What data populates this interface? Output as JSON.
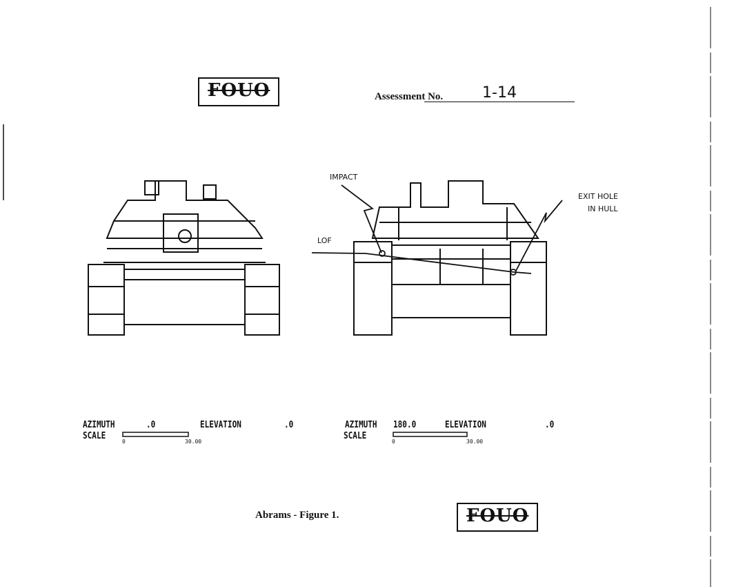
{
  "header": {
    "stamp_top": "FOUO",
    "assessment_label": "Assessment No.",
    "assessment_value": "1-14"
  },
  "annotations": {
    "impact": "IMPACT",
    "lof": "LOF",
    "exit_hole_line1": "EXIT HOLE",
    "exit_hole_line2": "IN HULL"
  },
  "views": [
    {
      "azimuth_label": "AZIMUTH",
      "azimuth_value": ".0",
      "elevation_label": "ELEVATION",
      "elevation_value": ".0",
      "scale_label": "SCALE",
      "scale_min": "0",
      "scale_max": "30.00"
    },
    {
      "azimuth_label": "AZIMUTH",
      "azimuth_value": "180.0",
      "elevation_label": "ELEVATION",
      "elevation_value": ".0",
      "scale_label": "SCALE",
      "scale_min": "0",
      "scale_max": "30.00"
    }
  ],
  "footer": {
    "caption": "Abrams - Figure 1.",
    "stamp_bottom": "FOUO"
  }
}
